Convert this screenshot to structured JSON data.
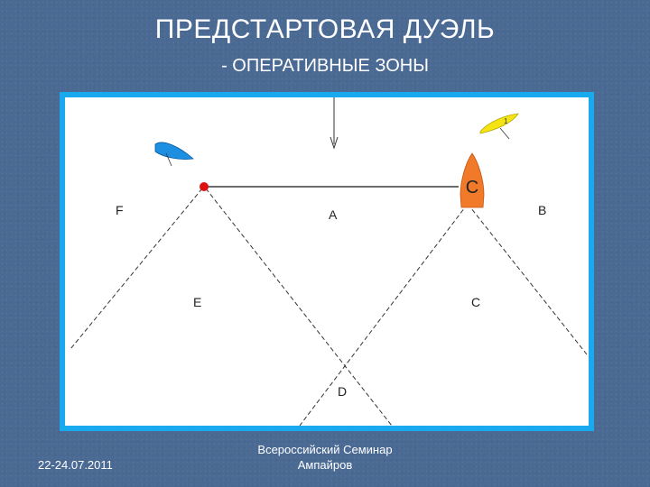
{
  "slide": {
    "title": "ПРЕДСТАРТОВАЯ ДУЭЛЬ",
    "subtitle": "- ОПЕРАТИВНЫЕ ЗОНЫ"
  },
  "diagram": {
    "zones": {
      "F": "F",
      "A": "A",
      "B": "B",
      "E": "E",
      "C": "C",
      "D": "D"
    },
    "committee_boat_label": "C",
    "yellow_boat_number": "1",
    "blue_boat_number": "",
    "colors": {
      "frame": "#19a9ee",
      "committee_boat": "#f07a2a",
      "pin_mark": "#dd1111",
      "blue_boat": "#1c8fe0",
      "yellow_boat": "#f5e414"
    }
  },
  "footer": {
    "date": "22-24.07.2011",
    "seminar_line1": "Всероссийский Семинар",
    "seminar_line2": "Ампайров"
  }
}
